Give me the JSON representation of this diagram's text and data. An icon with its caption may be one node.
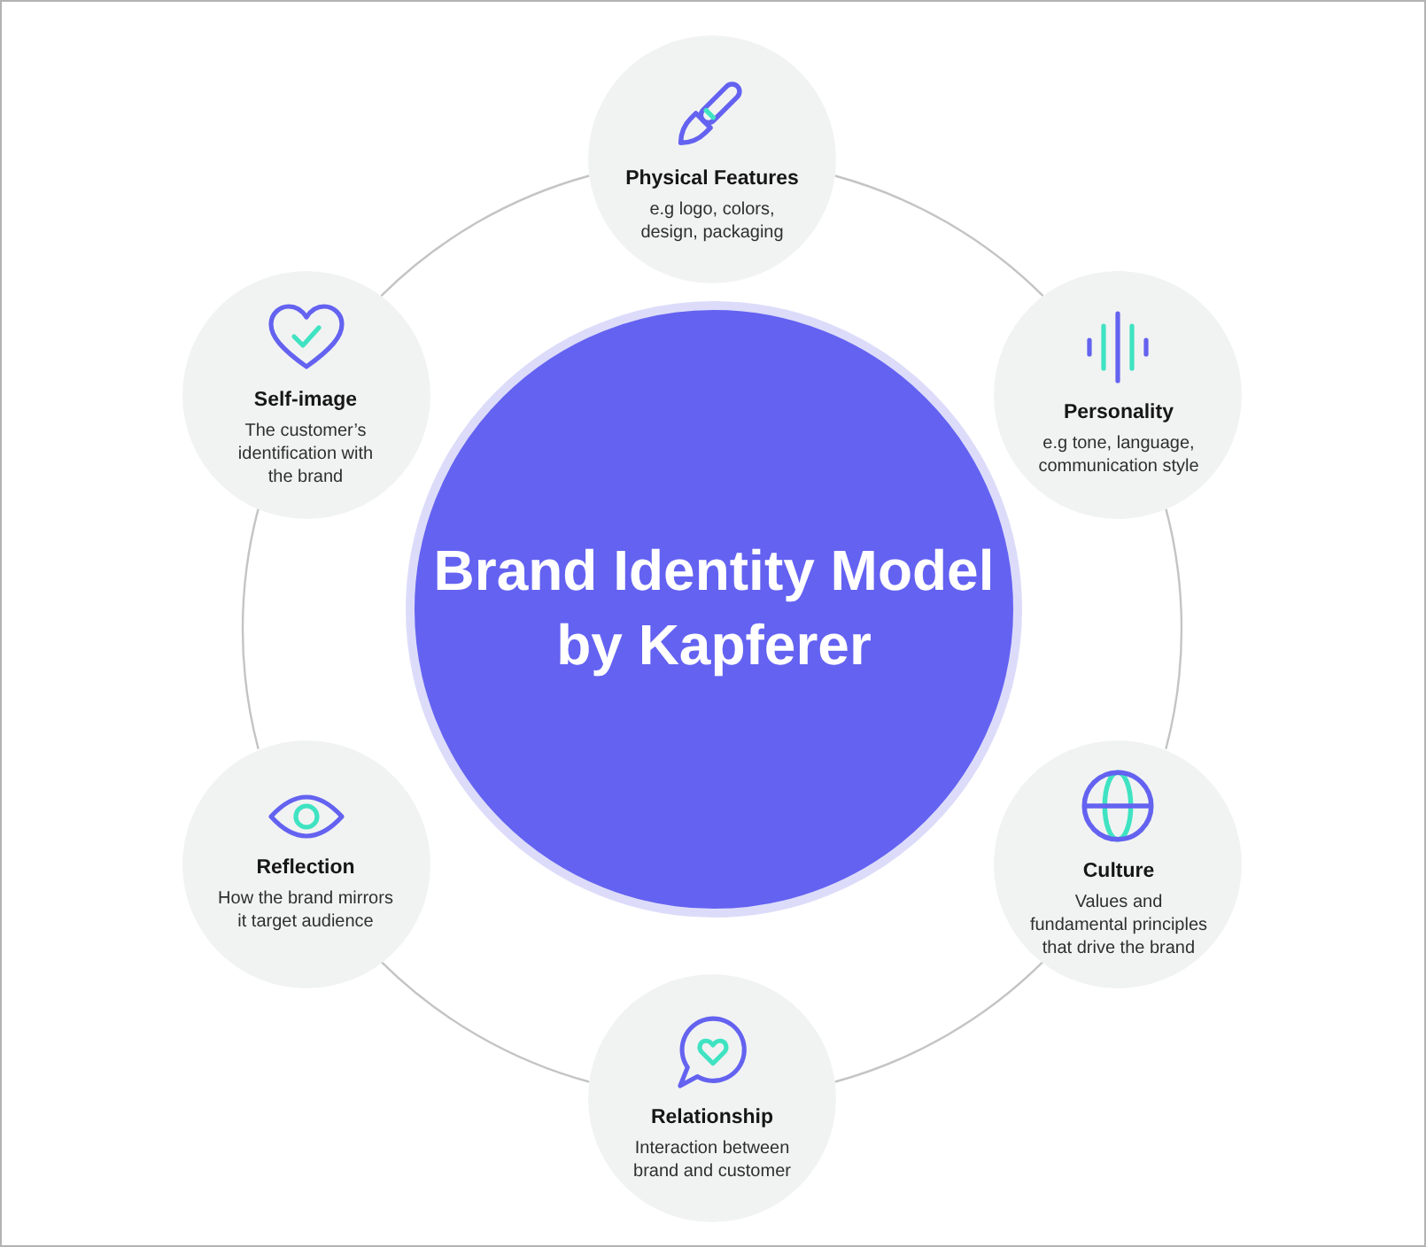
{
  "diagram": {
    "nodes": [
      {
        "text": [
          "Brand Identity Model by Kapferer"
        ]
      },
      {
        "text": [
          "Physical Features",
          "e.g logo, colors, design, packaging"
        ]
      },
      {
        "text": [
          "Personality",
          "e.g tone, language, communication style"
        ]
      },
      {
        "text": [
          "Culture",
          "Values and fundamental principles that drive the brand"
        ]
      },
      {
        "text": [
          "Relationship",
          "Interaction between brand and customer"
        ]
      },
      {
        "text": [
          "Reflection",
          "How the brand mirrors it target audience"
        ]
      },
      {
        "text": [
          "Self-image",
          "The customer’s identification with the brand"
        ]
      }
    ],
    "edges": [
      {
        "from": 1,
        "to": 2,
        "arrow": "none"
      },
      {
        "from": 2,
        "to": 3,
        "arrow": "none"
      },
      {
        "from": 3,
        "to": 4,
        "arrow": "none"
      },
      {
        "from": 4,
        "to": 5,
        "arrow": "none"
      },
      {
        "from": 5,
        "to": 6,
        "arrow": "none"
      },
      {
        "from": 6,
        "to": 1,
        "arrow": "none"
      }
    ]
  }
}
